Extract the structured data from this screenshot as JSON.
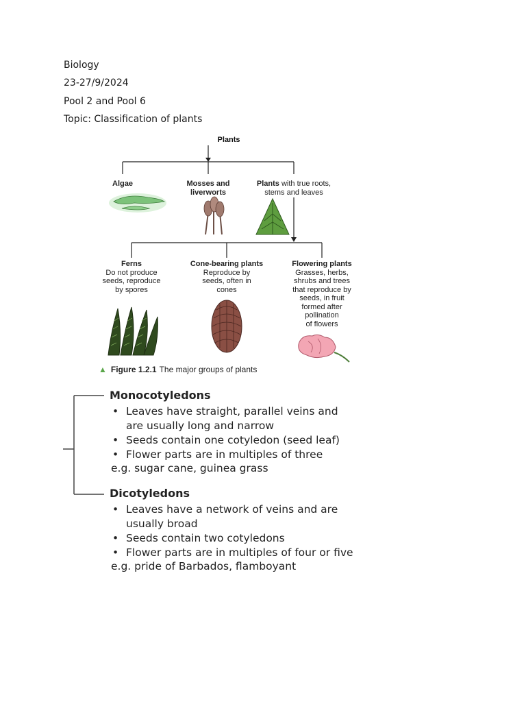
{
  "header": {
    "subject": "Biology",
    "date": "23-27/9/2024",
    "pools": "Pool 2 and Pool 6",
    "topic": "Topic: Classification of plants"
  },
  "figure": {
    "root": "Plants",
    "algae": "Algae",
    "mosses_line1": "Mosses and",
    "mosses_line2": "liverworts",
    "plants_bold": "Plants",
    "plants_rest1": " with true roots,",
    "plants_rest2": "stems and leaves",
    "ferns": {
      "title": "Ferns",
      "lines": [
        "Do not produce",
        "seeds, reproduce",
        "by spores"
      ]
    },
    "cone": {
      "title": "Cone-bearing plants",
      "lines": [
        "Reproduce by",
        "seeds, often in",
        "cones"
      ]
    },
    "flowering": {
      "title": "Flowering plants",
      "lines": [
        "Grasses, herbs,",
        "shrubs and trees",
        "that reproduce by",
        "seeds, in fruit",
        "formed after",
        "pollination",
        "of flowers"
      ]
    },
    "caption_number": "Figure 1.2.1",
    "caption_text": "The major groups of plants"
  },
  "monocot": {
    "heading": "Monocotyledons",
    "items": [
      "Leaves have straight, parallel veins and",
      "are usually long and narrow",
      "Seeds contain one cotyledon (seed leaf)",
      "Flower parts are in multiples of three"
    ],
    "example": "e.g. sugar cane, guinea grass"
  },
  "dicot": {
    "heading": "Dicotyledons",
    "items": [
      "Leaves have a network of veins and are",
      "usually broad",
      "Seeds contain two cotyledons",
      "Flower parts are in multiples of four or five"
    ],
    "example": "e.g. pride of Barbados, flamboyant"
  },
  "colors": {
    "caption_triangle": "#5aa64a",
    "algae": "#7cc27a",
    "moss": "#a07a6e",
    "fir": "#5e9d3f",
    "fern": "#2f4a1e",
    "cone": "#8a4f44",
    "flower": "#f3a6b4"
  }
}
